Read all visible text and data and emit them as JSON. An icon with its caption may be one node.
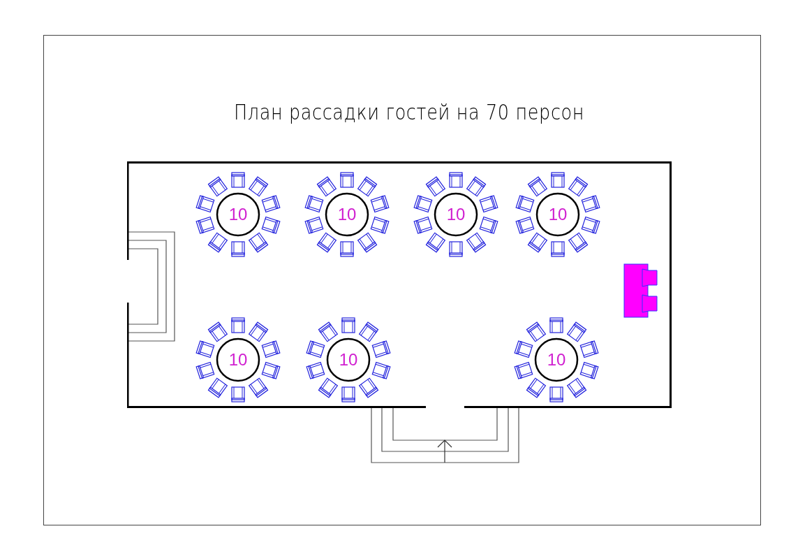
{
  "diagram": {
    "title": "План рассадки гостей на 70 персон",
    "nodes": [
      {
        "text": [],
        "shape": "box"
      },
      {
        "text": [
          "10"
        ],
        "in": 0
      },
      {
        "text": [
          "10"
        ],
        "in": 0
      },
      {
        "text": [
          "10"
        ],
        "in": 0
      },
      {
        "text": [
          "10"
        ],
        "in": 0
      },
      {
        "text": [
          "10"
        ],
        "in": 0
      },
      {
        "text": [
          "10"
        ],
        "in": 0
      },
      {
        "text": [
          "10"
        ],
        "in": 0
      },
      {
        "text": [],
        "shape": "box",
        "in": 0
      }
    ]
  }
}
